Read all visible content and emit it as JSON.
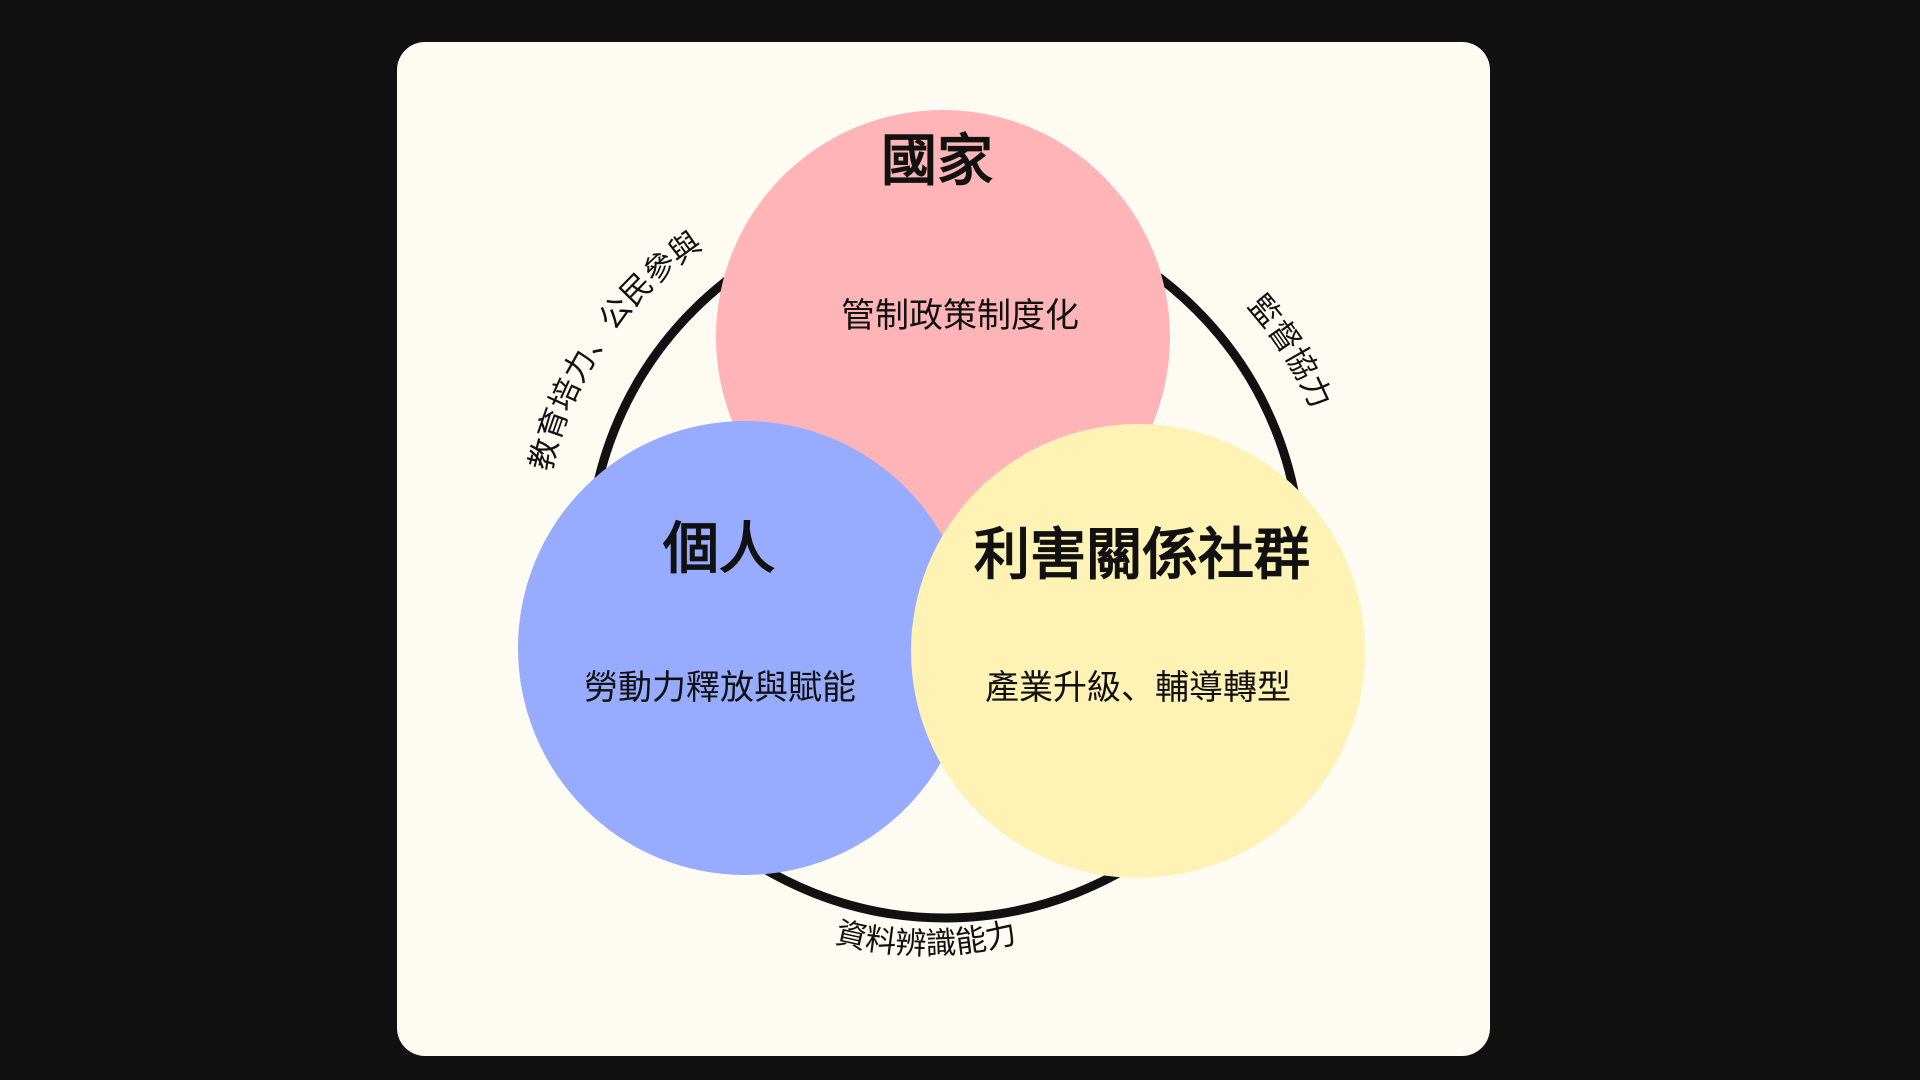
{
  "colors": {
    "background": "#111111",
    "card": "#FEFBF3",
    "ring": "#111111",
    "state_circle": "#FFB5B8",
    "individual_circle": "#97ABFF",
    "stakeholder_circle": "#FEF3B5",
    "text": "#111111"
  },
  "nodes": {
    "state": {
      "title": "國家",
      "subtitle": "管制政策制度化"
    },
    "individual": {
      "title": "個人",
      "subtitle": "勞動力釋放與賦能"
    },
    "stakeholder": {
      "title": "利害關係社群",
      "subtitle": "產業升級、輔導轉型"
    }
  },
  "edges": {
    "left": "教育培力、公民參與",
    "right": "監督協力",
    "bottom": "資料辨識能力"
  }
}
